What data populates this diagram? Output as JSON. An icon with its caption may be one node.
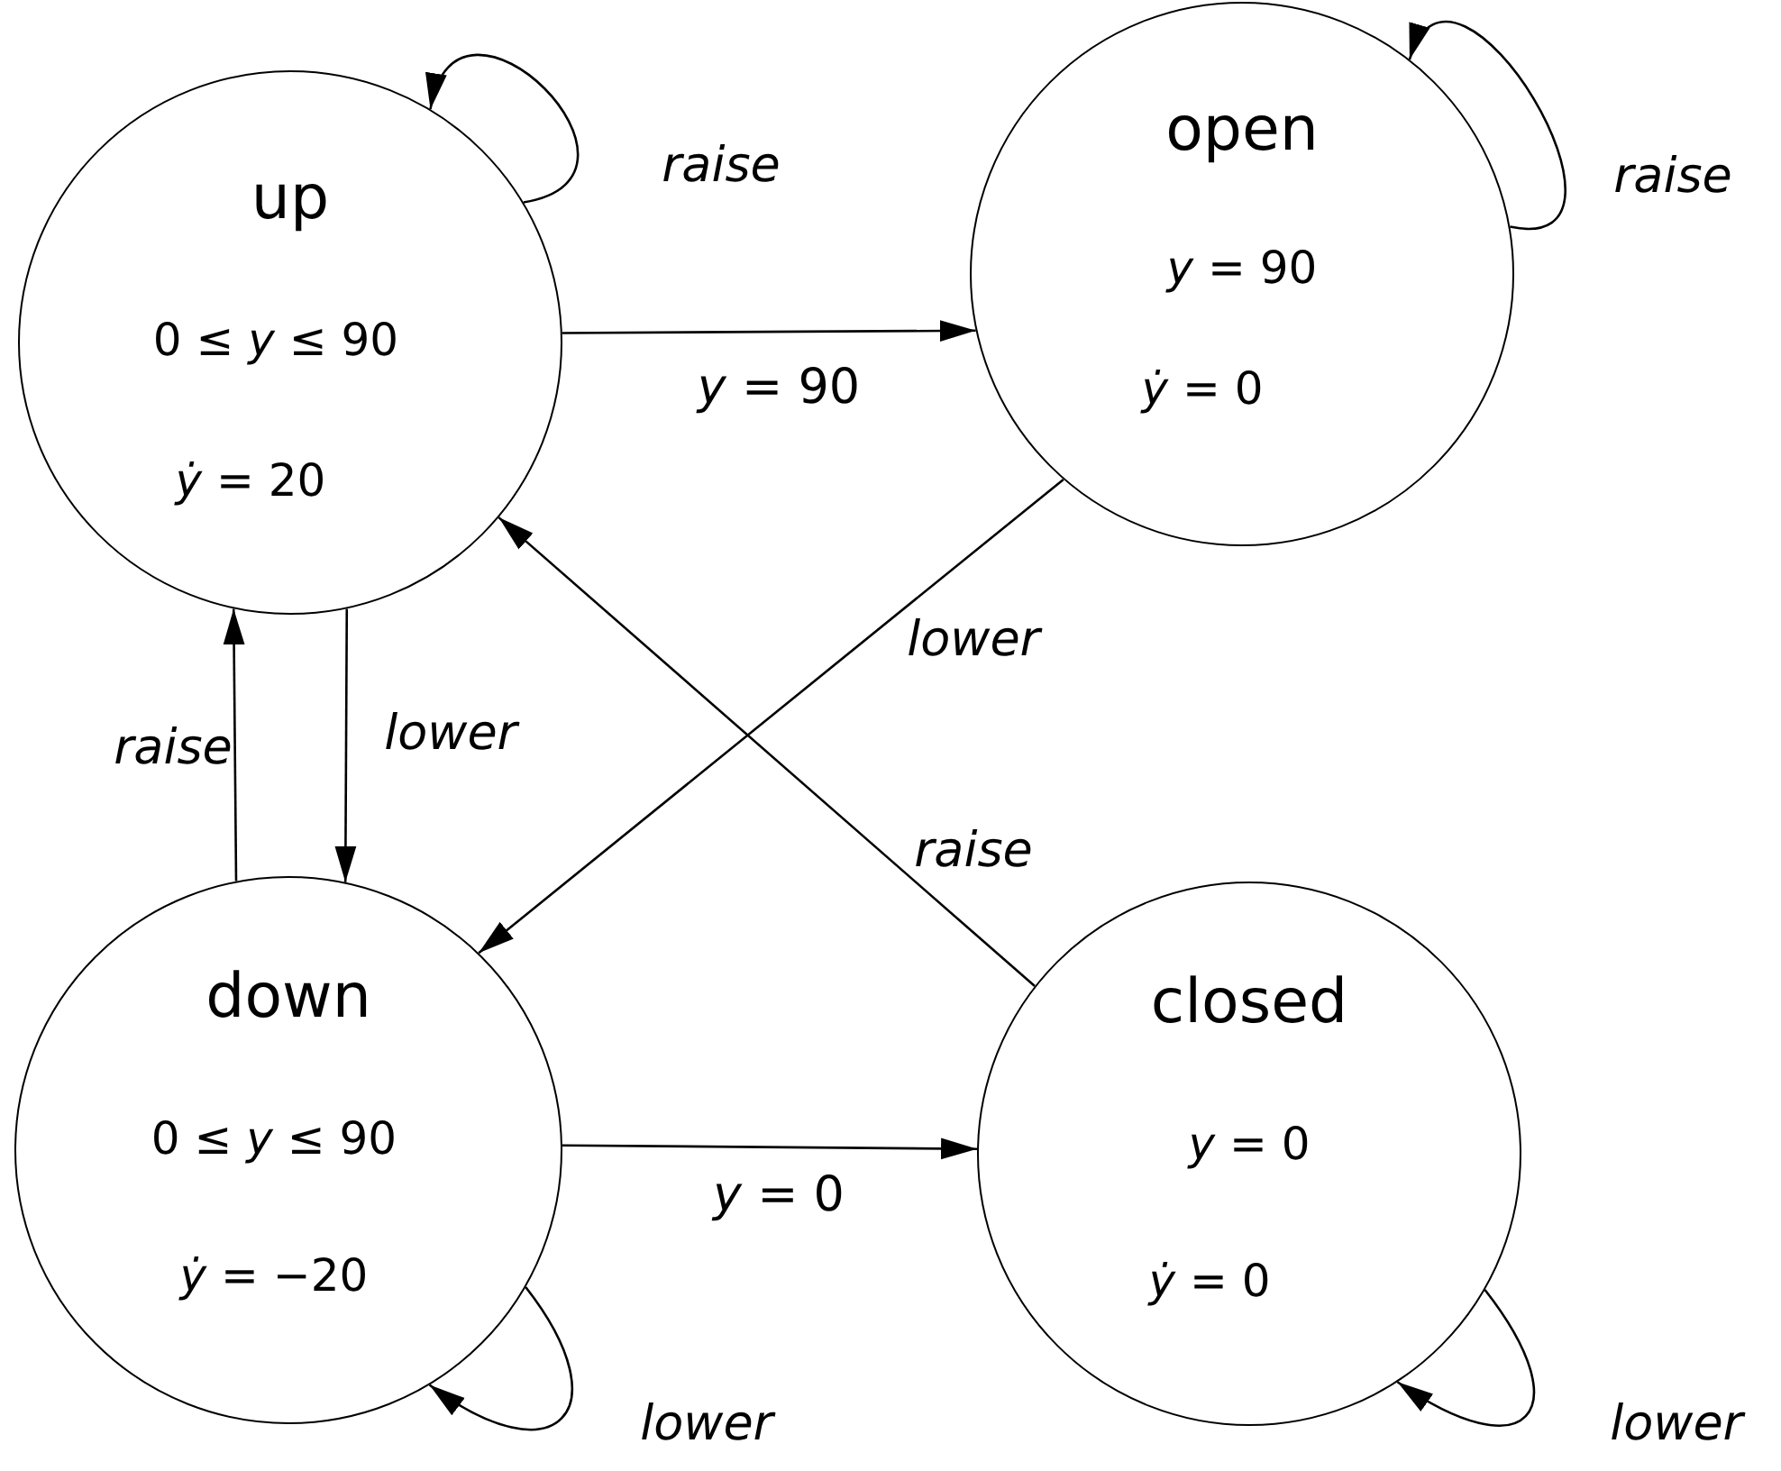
{
  "diagram": {
    "nodes": [
      {
        "text": [
          "up",
          "0 ≤ *y* ≤ 90",
          "*ẏ* = 20"
        ]
      },
      {
        "text": [
          "open",
          "*y* = 90",
          "*ẏ* = 0"
        ]
      },
      {
        "text": [
          "down",
          "0 ≤ *y* ≤ 90",
          "*ẏ* = −20"
        ]
      },
      {
        "text": [
          "closed",
          "*y* = 0",
          "*ẏ* = 0"
        ]
      }
    ],
    "edges": [
      {
        "from": 0,
        "to": 0,
        "arrow": "to",
        "label": "raise"
      },
      {
        "from": 1,
        "to": 1,
        "arrow": "to",
        "label": "raise"
      },
      {
        "from": 0,
        "to": 1,
        "arrow": "to",
        "label": "*y* = 90"
      },
      {
        "from": 1,
        "to": 2,
        "arrow": "to",
        "label": "lower"
      },
      {
        "from": 3,
        "to": 0,
        "arrow": "to",
        "label": "raise"
      },
      {
        "from": 2,
        "to": 0,
        "arrow": "to",
        "label": "raise"
      },
      {
        "from": 0,
        "to": 2,
        "arrow": "to",
        "label": "lower"
      },
      {
        "from": 2,
        "to": 3,
        "arrow": "to",
        "label": "*y* = 0"
      },
      {
        "from": 2,
        "to": 2,
        "arrow": "to",
        "label": "lower"
      },
      {
        "from": 3,
        "to": 3,
        "arrow": "to",
        "label": "lower"
      }
    ]
  }
}
